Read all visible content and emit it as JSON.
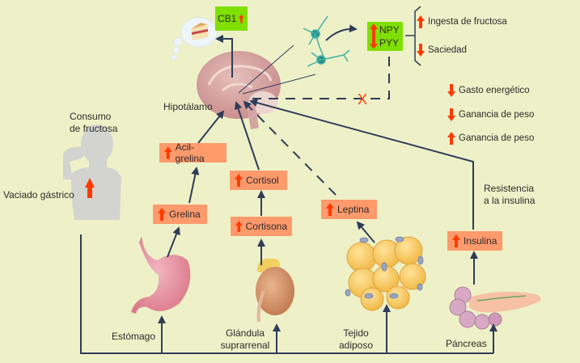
{
  "colors": {
    "background": "#eef1c8",
    "hormone_box": "#ff9a6c",
    "brain_box": "#7fe000",
    "arrow_up_down": "#ff3a00",
    "connector": "#2f3d58"
  },
  "brain": {
    "label": "Hipotálamo",
    "cb1": {
      "label": "CB1",
      "direction": "up"
    },
    "npy_pyy": [
      {
        "label": "NPY",
        "direction": "up"
      },
      {
        "label": "PYY",
        "direction": "down"
      }
    ],
    "thought_bubble_icon": "cake-slice"
  },
  "effects_bracket": [
    {
      "label": "Ingesta de fructosa",
      "direction": "up"
    },
    {
      "label": "Saciedad",
      "direction": "down"
    }
  ],
  "effects_list": [
    {
      "label": "Gasto energético",
      "direction": "down"
    },
    {
      "label": "Ganancia de peso",
      "direction": "down"
    },
    {
      "label": "Ganancia de peso",
      "direction": "up"
    }
  ],
  "person": {
    "label_line1": "Consumo",
    "label_line2": "de fructosa",
    "vaciado_label": "Vaciado gástrico",
    "vaciado_direction": "up"
  },
  "hormones": [
    {
      "id": "acil-grelina",
      "label": "Acil-grelina",
      "direction": "up"
    },
    {
      "id": "grelina",
      "label": "Grelina",
      "direction": "up"
    },
    {
      "id": "cortisol",
      "label": "Cortisol",
      "direction": "up"
    },
    {
      "id": "cortisona",
      "label": "Cortisona",
      "direction": "up"
    },
    {
      "id": "leptina",
      "label": "Leptina",
      "direction": "up"
    },
    {
      "id": "insulina",
      "label": "Insulina",
      "direction": "up"
    }
  ],
  "resistance_label": [
    "Resistencia",
    "a la insulina"
  ],
  "organs": [
    {
      "id": "estomago",
      "label": [
        "Estómago"
      ]
    },
    {
      "id": "glandula",
      "label": [
        "Glándula",
        "suprarrenal"
      ]
    },
    {
      "id": "tejido",
      "label": [
        "Tejido",
        "adiposo"
      ]
    },
    {
      "id": "pancreas",
      "label": [
        "Páncreas"
      ]
    }
  ],
  "blocked_marker": "X"
}
